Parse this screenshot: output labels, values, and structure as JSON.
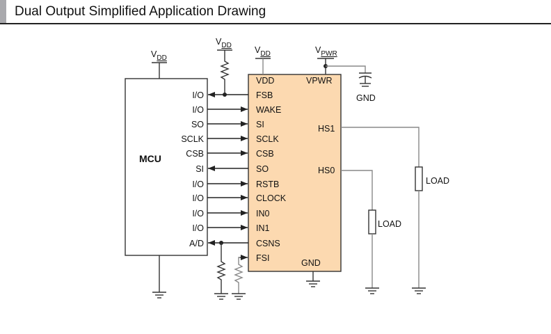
{
  "header": {
    "title": "Dual Output Simplified Application Drawing"
  },
  "colors": {
    "chip_fill": "#fcd9b0",
    "wire": "#333333"
  },
  "mcu": {
    "label": "MCU",
    "supply": "V",
    "supply_sub": "DD",
    "pins": [
      "I/O",
      "I/O",
      "SO",
      "SCLK",
      "CSB",
      "SI",
      "I/O",
      "I/O",
      "I/O",
      "I/O",
      "A/D"
    ]
  },
  "chip": {
    "left_pins": [
      "FSB",
      "WAKE",
      "SI",
      "SCLK",
      "CSB",
      "SO",
      "RSTB",
      "CLOCK",
      "IN0",
      "IN1",
      "CSNS",
      "FSI"
    ],
    "vdd": "VDD",
    "vpwr": "VPWR",
    "hs1": "HS1",
    "hs0": "HS0",
    "gnd": "GND"
  },
  "supplies": {
    "vdd_pullup": "V",
    "vdd_pullup_sub": "DD",
    "vdd_chip": "V",
    "vdd_chip_sub": "DD",
    "vpwr": "V",
    "vpwr_sub": "PWR"
  },
  "labels": {
    "cap_gnd": "GND",
    "load1": "LOAD",
    "load0": "LOAD"
  }
}
